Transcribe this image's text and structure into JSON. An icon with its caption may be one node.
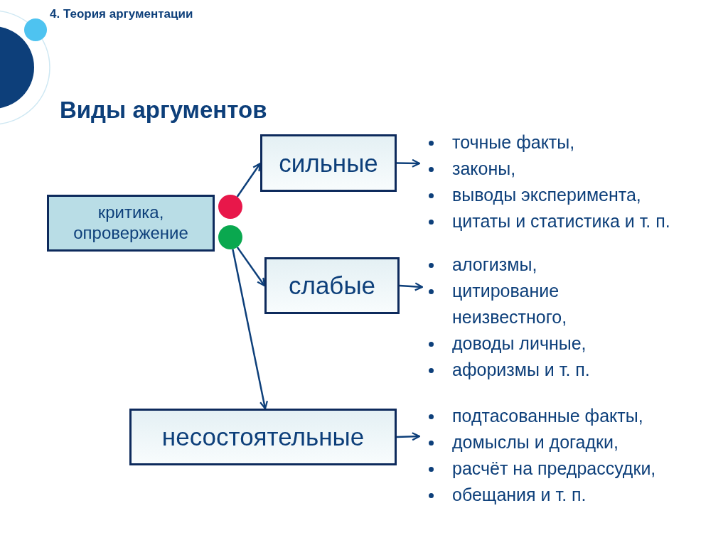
{
  "diagram": {
    "title": "Виды аргументов",
    "nodes": [
      {
        "text": [
          "критика, опровержение"
        ]
      },
      {
        "text": [],
        "shape": "circle"
      },
      {
        "text": [],
        "shape": "circle"
      },
      {
        "text": [
          "сильные"
        ]
      },
      {
        "text": [
          "слабые"
        ]
      },
      {
        "text": [
          "несостоятельные"
        ]
      },
      {
        "text": [
          "точные факты,",
          "законы,",
          "выводы эксперимента,",
          "цитаты и статистика и т. п."
        ]
      },
      {
        "text": [
          "алогизмы,",
          "цитирование неизвестного,",
          "доводы личные,",
          "афоризмы и т. п."
        ]
      },
      {
        "text": [
          "подтасованные факты,",
          "домыслы и догадки,",
          "расчёт на предрассудки,",
          "обещания и т. п."
        ]
      }
    ],
    "edges": [
      {
        "from": 1,
        "to": 3,
        "arrow": "to"
      },
      {
        "from": 2,
        "to": 4,
        "arrow": "to"
      },
      {
        "from": 2,
        "to": 5,
        "arrow": "to"
      },
      {
        "from": 3,
        "to": 6,
        "arrow": "to"
      },
      {
        "from": 4,
        "to": 7,
        "arrow": "to"
      },
      {
        "from": 5,
        "to": 8,
        "arrow": "to"
      }
    ],
    "labels": [
      "4. Теория аргументации"
    ]
  }
}
